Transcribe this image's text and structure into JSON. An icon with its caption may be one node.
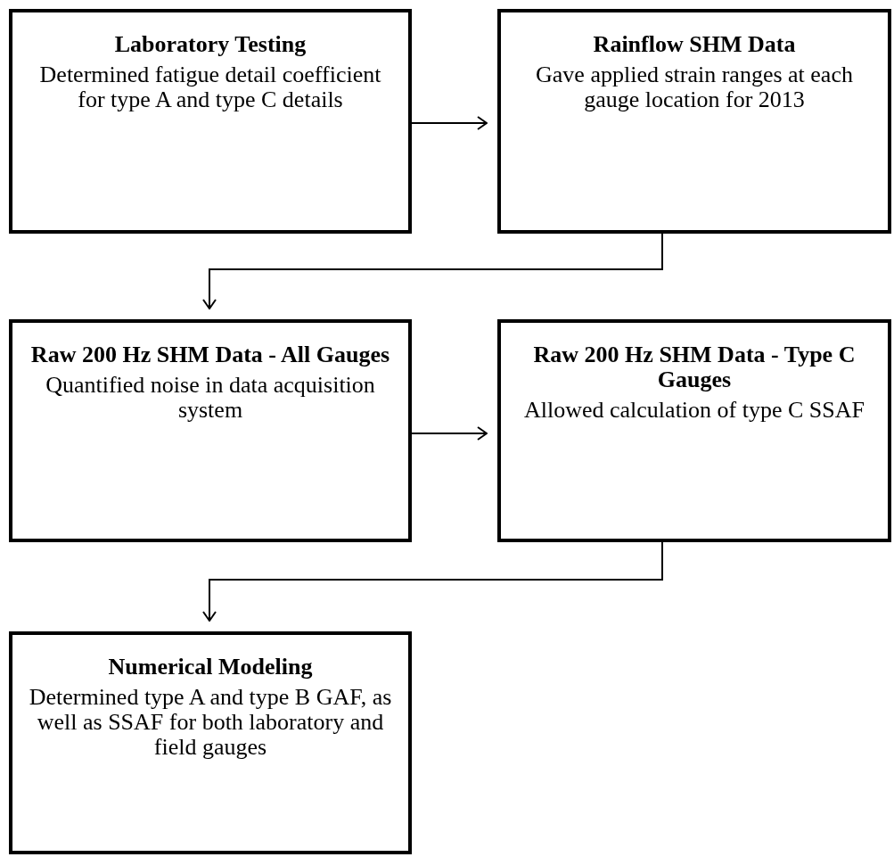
{
  "diagram": {
    "nodes": [
      {
        "text": [
          "Laboratory Testing",
          "Determined fatigue detail coefficient for type A and type C details"
        ]
      },
      {
        "text": [
          "Rainflow SHM Data",
          "Gave applied strain ranges at each gauge location for 2013"
        ]
      },
      {
        "text": [
          "Raw 200 Hz SHM Data - All Gauges",
          "Quantified noise in data acquisition system"
        ]
      },
      {
        "text": [
          "Raw 200 Hz SHM Data - Type C Gauges",
          "Allowed calculation of type C SSAF"
        ]
      },
      {
        "text": [
          "Numerical Modeling",
          "Determined type A and type B GAF, as well as SSAF for both laboratory and field gauges"
        ]
      }
    ],
    "edges": [
      {
        "from": 0,
        "to": 1,
        "arrow": "to"
      },
      {
        "from": 1,
        "to": 2,
        "arrow": "to"
      },
      {
        "from": 2,
        "to": 3,
        "arrow": "to"
      },
      {
        "from": 3,
        "to": 4,
        "arrow": "to"
      }
    ]
  }
}
